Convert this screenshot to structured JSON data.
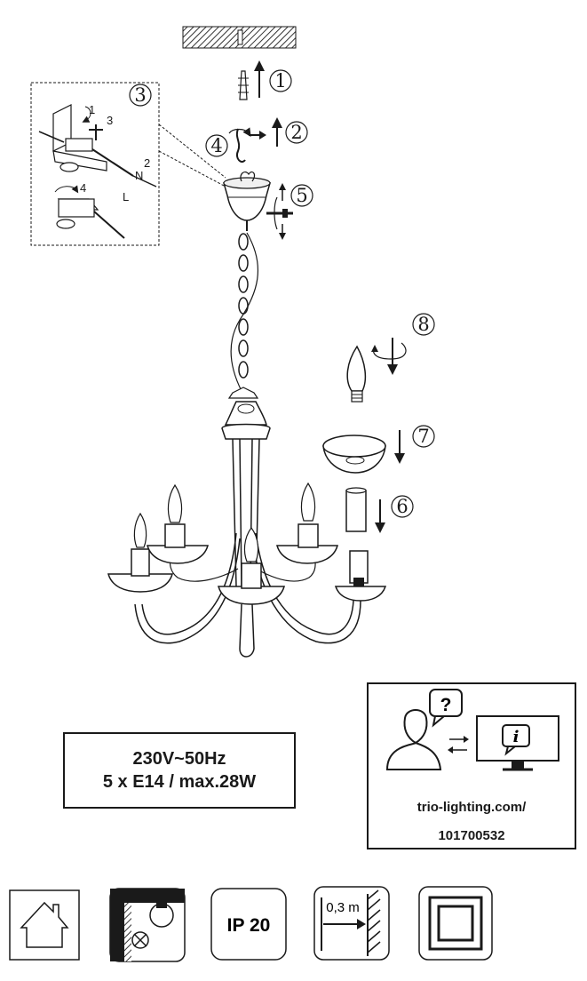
{
  "steps": {
    "s1": "1",
    "s2": "2",
    "s3": "3",
    "s4": "4",
    "s5": "5",
    "s6": "6",
    "s7": "7",
    "s8": "8"
  },
  "detail": {
    "sub1": "1",
    "sub2": "2",
    "sub3": "3",
    "sub4": "4",
    "wire_l": "L",
    "wire_n": "N"
  },
  "specs": {
    "line1": "230V~50Hz",
    "line2": "5 x E14 / max.28W"
  },
  "info": {
    "url": "trio-lighting.com/",
    "code": "101700532",
    "question_glyph": "?",
    "info_glyph": "i"
  },
  "icons": {
    "ip_rating": "IP 20",
    "distance": "0,3 m",
    "names": [
      "indoor-house-icon",
      "no-dimmer-icon",
      "ip20-icon",
      "min-distance-icon",
      "class-ii-insulation-icon"
    ]
  }
}
